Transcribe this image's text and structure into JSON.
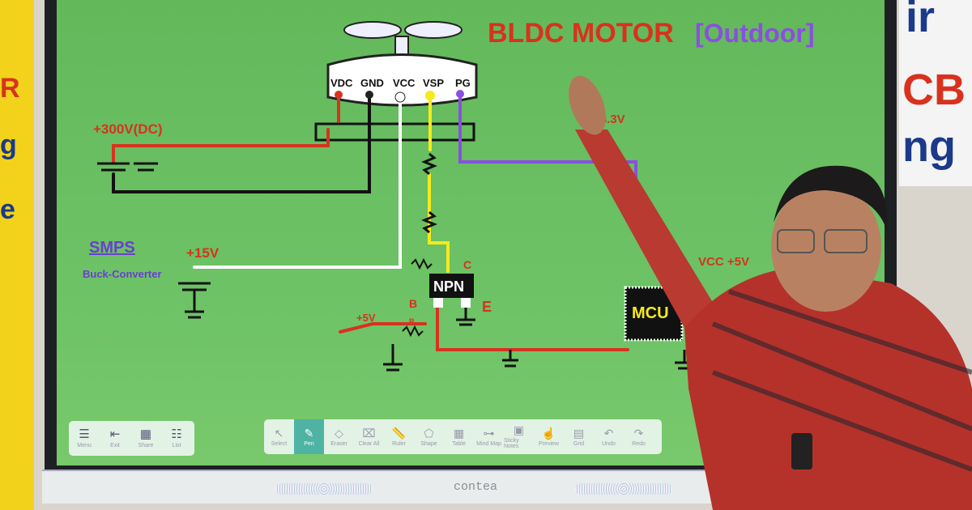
{
  "board": {
    "title": "BLDC MOTOR",
    "title_suffix": "[Outdoor]",
    "motor_pins": [
      "VDC",
      "GND",
      "VCC",
      "VSP",
      "PG"
    ],
    "labels": {
      "hv": "+300V(DC)",
      "v33": "+3.3V",
      "smps": "SMPS",
      "buck": "Buck-Converter",
      "v15": "+15V",
      "npn": "NPN",
      "mcu": "MCU",
      "vcc5": "VCC +5V",
      "v5": "+5V",
      "c": "C",
      "b": "B",
      "e": "E",
      "r": "R"
    },
    "colors": {
      "screen": "#6cc265",
      "wire_red": "#d8321e",
      "wire_yellow": "#f7ea1a",
      "wire_purple": "#8a4fe0",
      "wire_white": "#ffffff",
      "wire_black": "#111111"
    }
  },
  "left_toolbar": [
    {
      "label": "Menu",
      "icon": "menu-icon"
    },
    {
      "label": "Exit",
      "icon": "exit-icon"
    },
    {
      "label": "Share",
      "icon": "qr-share-icon"
    },
    {
      "label": "List",
      "icon": "list-icon"
    }
  ],
  "main_toolbar": [
    {
      "label": "Select",
      "icon": "cursor-icon"
    },
    {
      "label": "Pen",
      "icon": "pen-icon",
      "active": true
    },
    {
      "label": "Eraser",
      "icon": "eraser-icon"
    },
    {
      "label": "Clear All",
      "icon": "clear-all-icon"
    },
    {
      "label": "Ruler",
      "icon": "ruler-icon"
    },
    {
      "label": "Shape",
      "icon": "shape-icon"
    },
    {
      "label": "Table",
      "icon": "table-icon"
    },
    {
      "label": "Mind Map",
      "icon": "mind-map-icon"
    },
    {
      "label": "Sticky Notes",
      "icon": "sticky-notes-icon"
    },
    {
      "label": "Preview",
      "icon": "preview-icon"
    },
    {
      "label": "Grid",
      "icon": "grid-icon"
    },
    {
      "label": "Undo",
      "icon": "undo-icon"
    },
    {
      "label": "Redo",
      "icon": "redo-icon"
    }
  ],
  "bezel": {
    "brand": "contea"
  },
  "sign": {
    "line1": "ir",
    "line2": "CB",
    "line3": "ng"
  },
  "banner": {
    "letters": [
      "R",
      "g",
      "e"
    ]
  }
}
